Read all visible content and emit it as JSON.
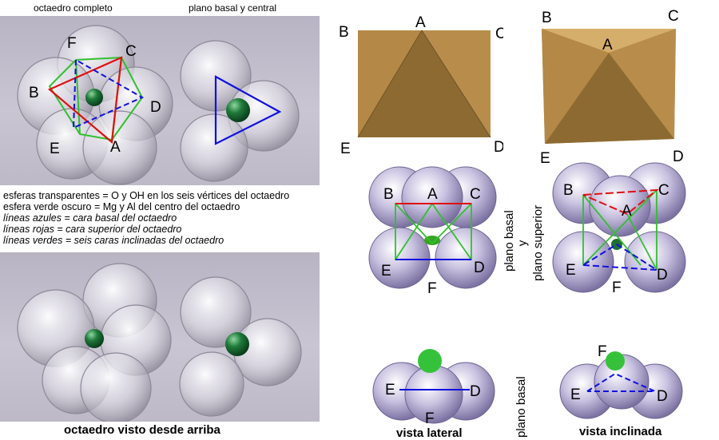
{
  "captions": {
    "top_left": "octaedro completo",
    "top_mid": "plano basal y central",
    "bottom_photo": "octaedro visto desde arriba",
    "lateral": "vista lateral",
    "inclinada": "vista inclinada",
    "plano_basal_1": "plano basal",
    "y": "y",
    "plano_superior": "plano superior",
    "plano_basal_2": "plano basal"
  },
  "legend": [
    "esferas transparentes = O y OH en los seis vértices del octaedro",
    "esfera verde oscuro = Mg y Al del centro del octaedro",
    "líneas azules = cara basal del octaedro",
    "líneas rojas = cara superior del octaedro",
    "líneas verdes = seis caras inclinadas del octaedro"
  ],
  "vertices": {
    "A": "A",
    "B": "B",
    "C": "C",
    "D": "D",
    "E": "E",
    "F": "F"
  },
  "colors": {
    "blue": "#1010e0",
    "red": "#e01010",
    "green": "#30c030",
    "gold": "#c49a55",
    "gold_dark": "#8d6a32",
    "center_sphere": "#1f6e35"
  }
}
